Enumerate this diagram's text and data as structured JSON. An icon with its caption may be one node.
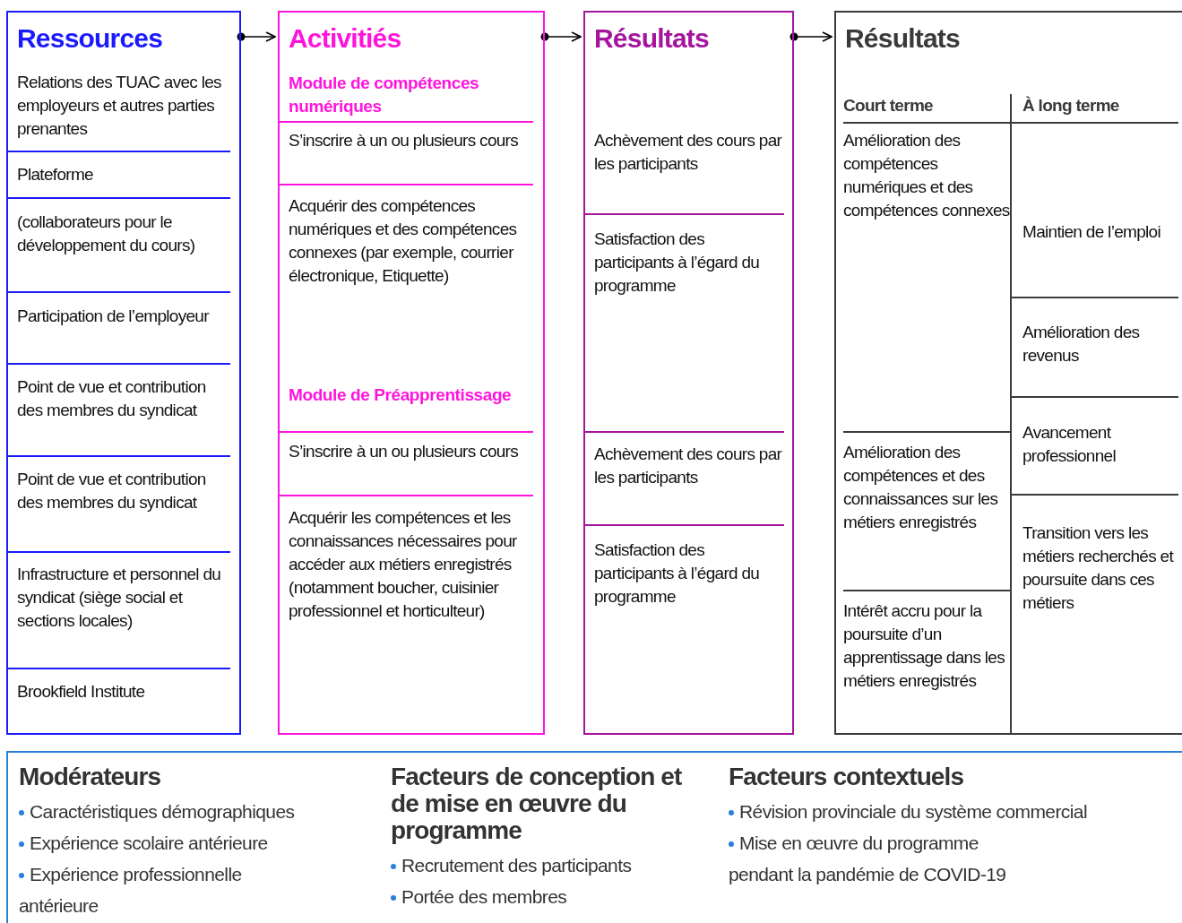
{
  "diagram": {
    "nodes": [
      {
        "text": [
          "Ressources"
        ]
      },
      {
        "text": [
          "Relations des TUAC avec les employeurs et autres parties prenantes"
        ],
        "in": 0
      },
      {
        "text": [
          "Plateforme"
        ],
        "in": 0
      },
      {
        "text": [
          "(collaborateurs pour le développement du cours)"
        ],
        "in": 0
      },
      {
        "text": [
          "Participation de l’employeur"
        ],
        "in": 0
      },
      {
        "text": [
          "Point de vue et contribution des membres du syndicat"
        ],
        "in": 0
      },
      {
        "text": [
          "Point de vue et contribution des membres du syndicat"
        ],
        "in": 0
      },
      {
        "text": [
          "Infrastructure et personnel du syndicat (siège social et sections locales)"
        ],
        "in": 0
      },
      {
        "text": [
          "Brookfield Institute"
        ],
        "in": 0
      },
      {
        "text": [
          "Activitiés"
        ]
      },
      {
        "text": [
          "Module de compétences numériques"
        ],
        "in": 9
      },
      {
        "text": [
          "S’inscrire à un ou plusieurs cours"
        ],
        "in": 9
      },
      {
        "text": [
          "Acquérir des compétences numériques et des compétences connexes (par exemple, courrier électronique, Etiquette)"
        ],
        "in": 9
      },
      {
        "text": [
          "Module de Préapprentissage"
        ],
        "in": 9
      },
      {
        "text": [
          "S’inscrire à un ou plusieurs cours"
        ],
        "in": 9
      },
      {
        "text": [
          "Acquérir les compétences et les connaissances nécessaires pour accéder aux métiers enregistrés (notamment boucher, cuisinier professionnel et horticulteur)"
        ],
        "in": 9
      },
      {
        "text": [
          "Résultats"
        ]
      },
      {
        "text": [
          "Achèvement des cours par les participants"
        ],
        "in": 16
      },
      {
        "text": [
          "Satisfaction des participants à l’égard du programme"
        ],
        "in": 16
      },
      {
        "text": [
          "Achèvement des cours par les participants"
        ],
        "in": 16
      },
      {
        "text": [
          "Satisfaction des participants à l’égard du programme"
        ],
        "in": 16
      },
      {
        "text": [
          "Résultats"
        ]
      },
      {
        "text": [
          "Court terme"
        ],
        "in": 21
      },
      {
        "text": [
          "À long terme"
        ],
        "in": 21
      },
      {
        "text": [
          "Amélioration des compétences numériques et des compétences connexes"
        ],
        "in": 21
      },
      {
        "text": [
          "Amélioration des compétences et des connaissances sur les métiers enregistrés"
        ],
        "in": 21
      },
      {
        "text": [
          "Intérêt accru pour la poursuite d’un apprentissage dans les métiers enregistrés"
        ],
        "in": 21
      },
      {
        "text": [
          "Maintien de l’emploi"
        ],
        "in": 21
      },
      {
        "text": [
          "Amélioration des revenus"
        ],
        "in": 21
      },
      {
        "text": [
          "Avancement professionnel"
        ],
        "in": 21
      },
      {
        "text": [
          "Transition vers les métiers recherchés et poursuite dans ces métiers"
        ],
        "in": 21
      },
      {
        "text": [],
        "shape": "box"
      },
      {
        "text": [
          "Modérateurs",
          "Caractéristiques démographiques",
          "Expérience scolaire antérieure",
          "Expérience professionnelle antérieure"
        ],
        "in": 31
      },
      {
        "text": [
          "Facteurs de conception et de mise en œuvre du programme",
          "Recrutement des participants",
          "Portée des membres"
        ],
        "in": 31
      },
      {
        "text": [
          "Facteurs contextuels",
          "Révision provinciale du système commercial",
          "Mise en œuvre du programme pendant la pandémie de COVID-19"
        ],
        "in": 31
      }
    ],
    "edges": [
      {
        "from": 0,
        "to": 9,
        "arrow": "to"
      },
      {
        "from": 9,
        "to": 16,
        "arrow": "to"
      },
      {
        "from": 16,
        "to": 21,
        "arrow": "to"
      }
    ]
  }
}
